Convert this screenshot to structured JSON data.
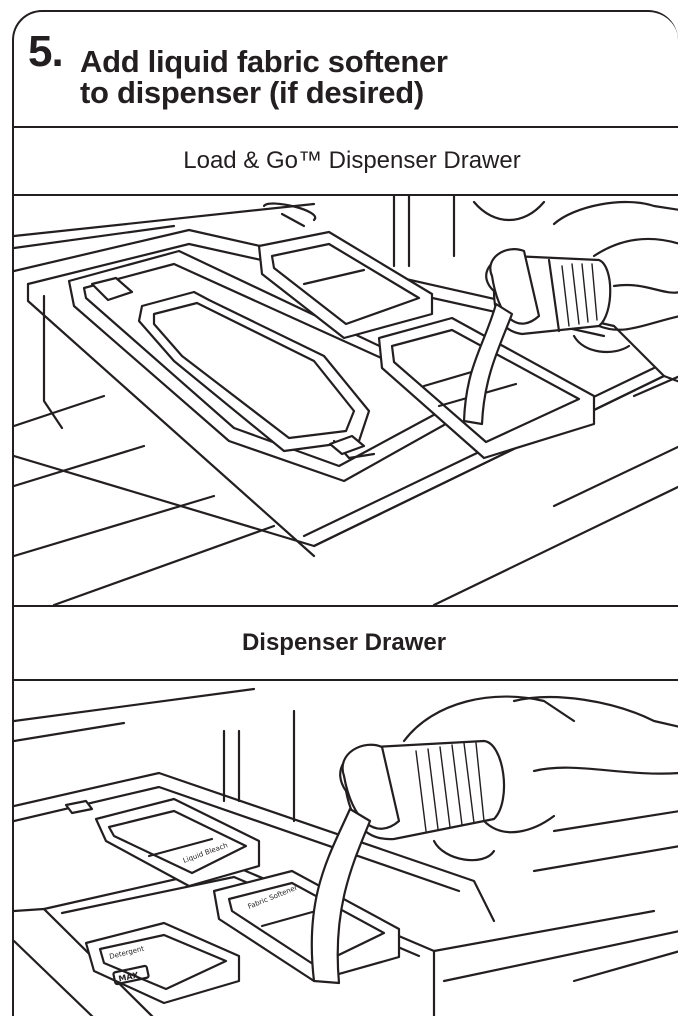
{
  "step": {
    "number": "5.",
    "title_line1": "Add liquid fabric softener",
    "title_line2": "to dispenser (if desired)"
  },
  "sections": [
    {
      "label": "Load & Go™ Dispenser Drawer"
    },
    {
      "label": "Dispenser Drawer",
      "drawer_labels": {
        "liquid_bleach": "Liquid Bleach",
        "fabric_softener": "Fabric Softener",
        "detergent": "Detergent",
        "max": "MAX"
      }
    }
  ],
  "colors": {
    "ink": "#231f20",
    "paper": "#ffffff"
  }
}
